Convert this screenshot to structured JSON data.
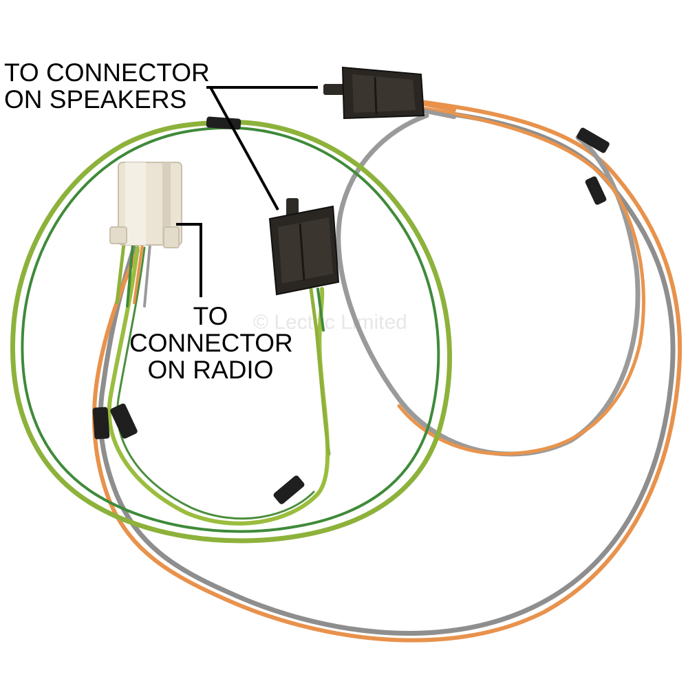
{
  "labels": {
    "speakers": {
      "line1": "TO CONNECTOR",
      "line2": "ON SPEAKERS"
    },
    "radio": {
      "line1": "TO",
      "line2": "CONNECTOR",
      "line3": "ON RADIO"
    }
  },
  "watermark": "© Lectric Limited",
  "colors": {
    "background": "#ffffff",
    "wire_green": "#8fb13a",
    "wire_green_dark": "#3f7f36",
    "wire_orange": "#e8914a",
    "wire_gray": "#9a9a9a",
    "connector_black": "#2a2622",
    "connector_white": "#ece5d6",
    "tape": "#1e1e1e",
    "leader_line": "#000000"
  }
}
